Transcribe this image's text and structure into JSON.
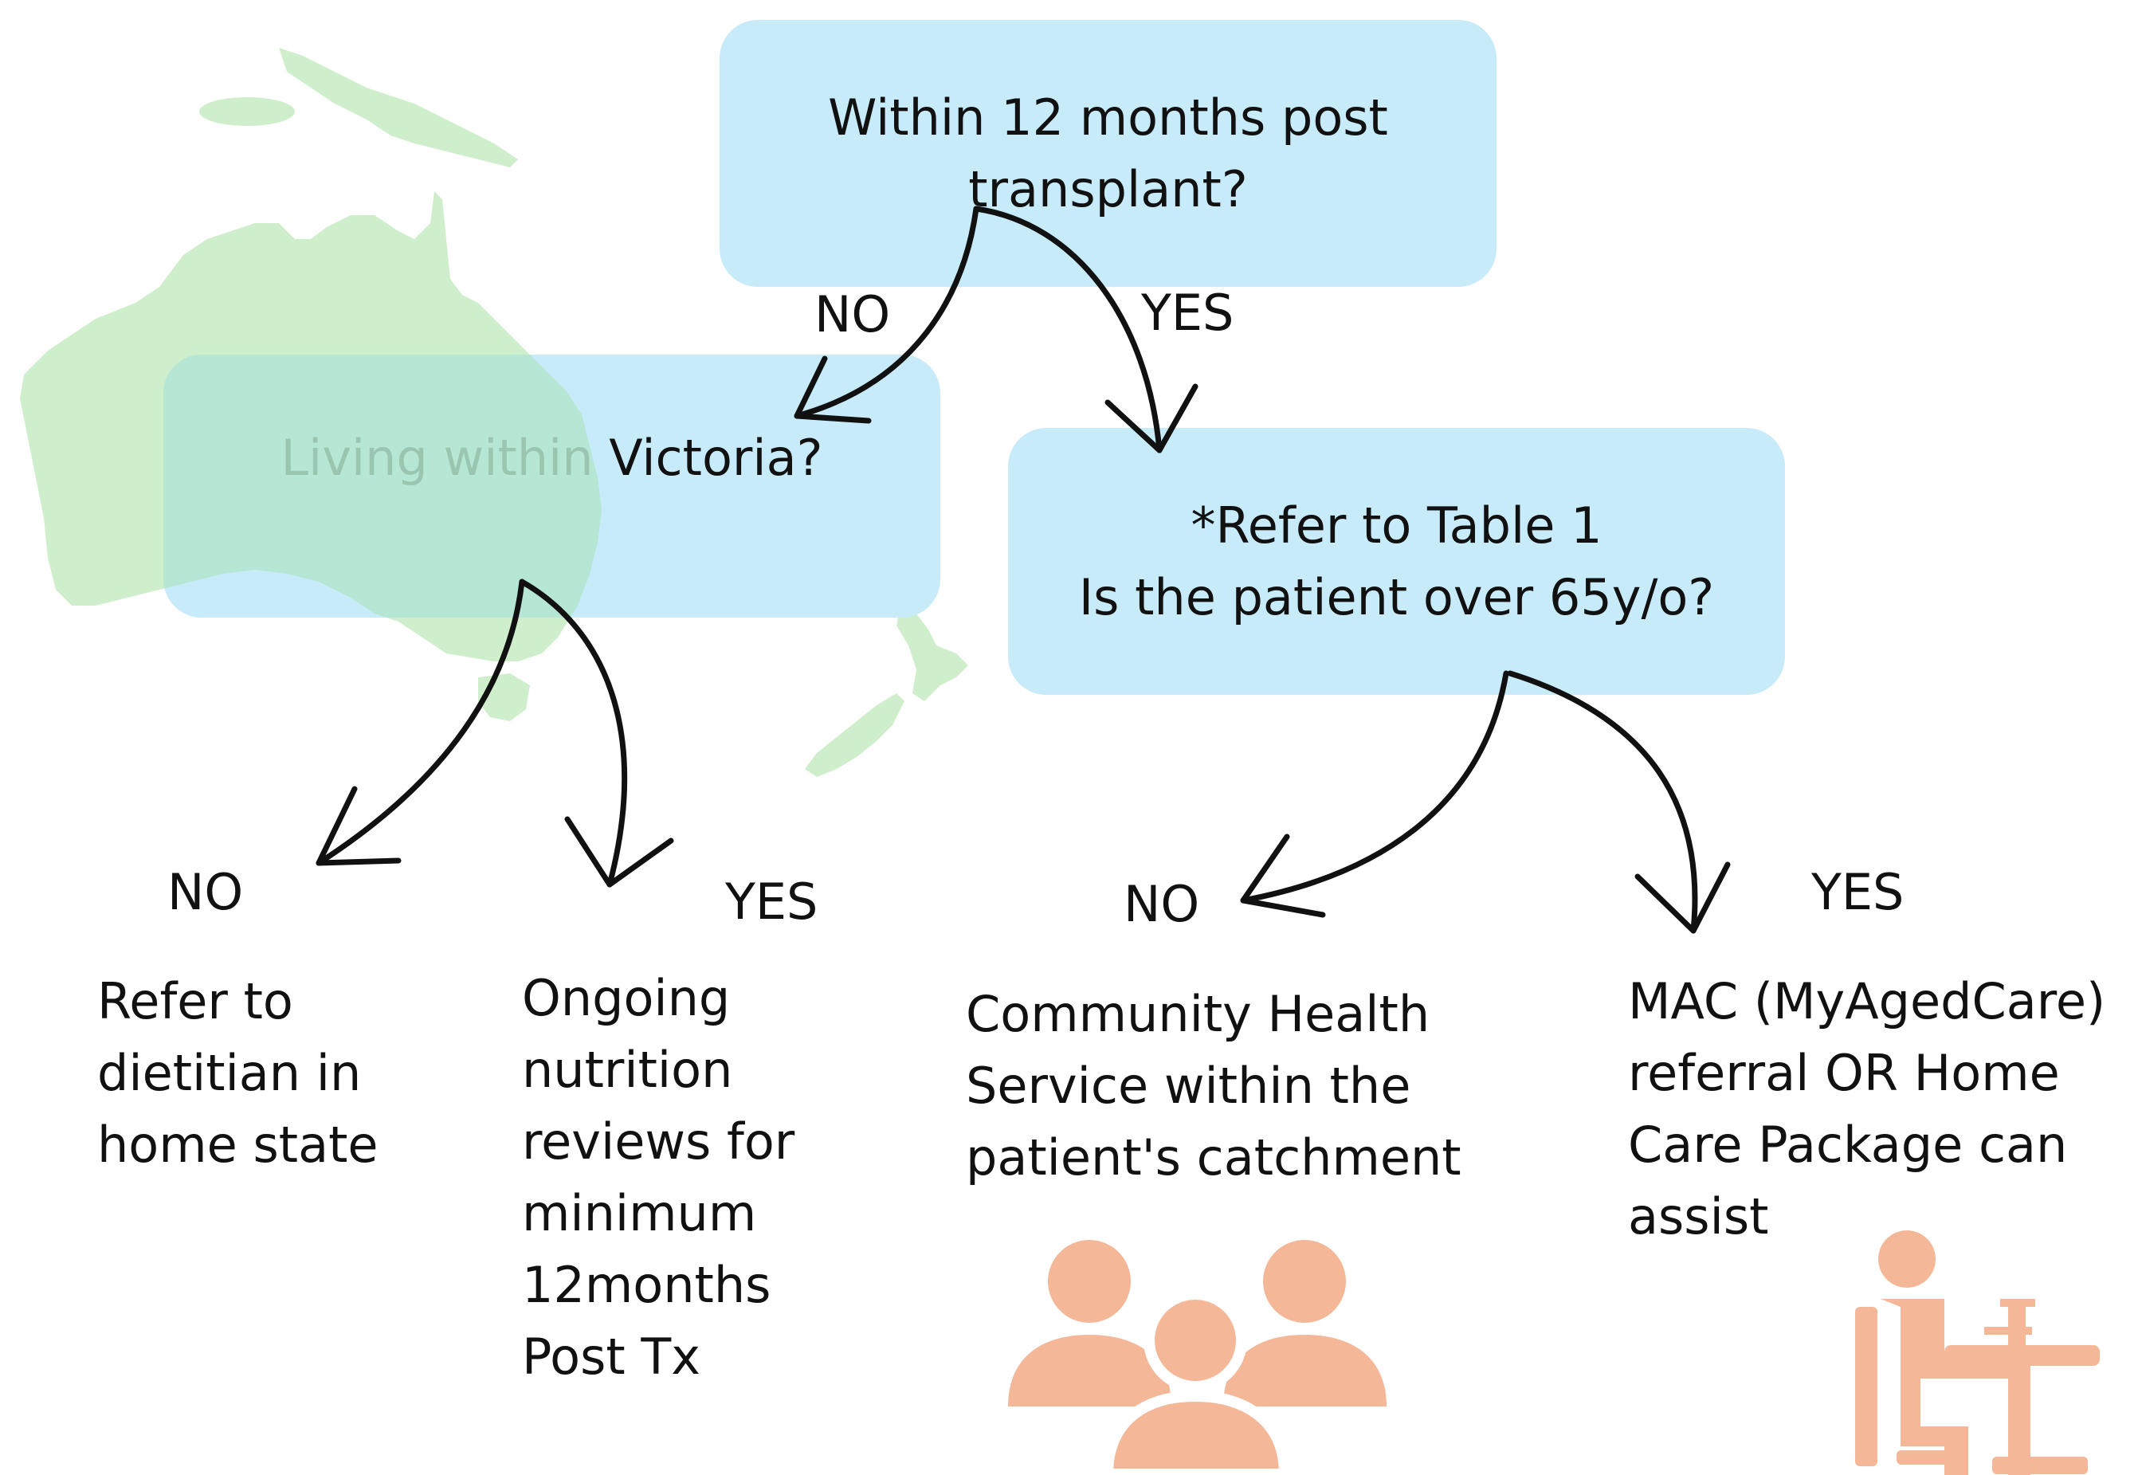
{
  "colors": {
    "box_fill": "#c8ebfa",
    "map_fill": "#cfeecb",
    "overlap_fill": "#b3e5cc",
    "icon_fill": "#f4b898",
    "arrow": "#111111"
  },
  "background": {
    "icon": "australia-new-zealand-map"
  },
  "question_1": {
    "lines": [
      "Within 12 months post",
      "transplant?"
    ]
  },
  "question_2": {
    "lines": [
      "Living within Victoria?"
    ]
  },
  "question_3": {
    "lines": [
      "*Refer to Table 1",
      "Is the patient over 65y/o?"
    ]
  },
  "branches": {
    "q1_no": "NO",
    "q1_yes": "YES",
    "q2_no": "NO",
    "q2_yes": "YES",
    "q3_no": "NO",
    "q3_yes": "YES"
  },
  "outcomes": {
    "refer_dietitian": [
      "Refer to",
      "dietitian in",
      "home state"
    ],
    "ongoing_reviews": [
      "Ongoing",
      "nutrition",
      "reviews for",
      "minimum",
      "12months",
      "Post Tx"
    ],
    "community_health": [
      "Community Health",
      "Service within the",
      "patient's catchment"
    ],
    "mac_referral": [
      "MAC (MyAgedCare)",
      "referral OR Home",
      "Care Package can",
      "assist"
    ]
  },
  "icons": {
    "community": "people-group-icon",
    "aged_care": "person-at-table-icon"
  }
}
